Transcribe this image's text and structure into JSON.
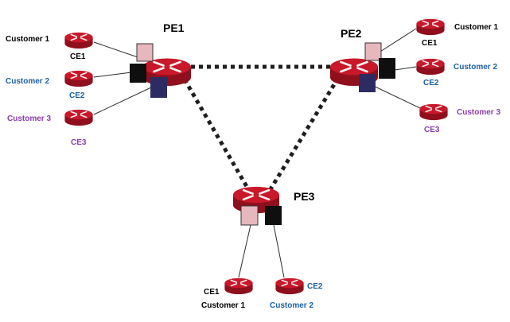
{
  "colors": {
    "background": "#ffffff",
    "router_body": "#c8182a",
    "router_top": "#e63b47",
    "router_side": "#8f0f1d",
    "router_arrow": "#f1f1f1",
    "link_line": "#2d2d2d",
    "backbone_dot": "#1e1e1e",
    "vrf_customer1": "#e6b7bd",
    "vrf_customer2": "#0f0f0f",
    "vrf_customer3": "#2c2c62",
    "label_black": "#000000",
    "label_customer2": "#1c5fa6",
    "label_customer3": "#8a3db0"
  },
  "pe_routers": [
    {
      "id": "pe1",
      "label": "PE1"
    },
    {
      "id": "pe2",
      "label": "PE2"
    },
    {
      "id": "pe3",
      "label": "PE3"
    }
  ],
  "ce_sites": [
    {
      "id": "pe1-ce1",
      "ce": "CE1",
      "customer": "Customer 1",
      "vrf": "customer1"
    },
    {
      "id": "pe1-ce2",
      "ce": "CE2",
      "customer": "Customer 2",
      "vrf": "customer2"
    },
    {
      "id": "pe1-ce3",
      "ce": "CE3",
      "customer": "Customer 3",
      "vrf": "customer3"
    },
    {
      "id": "pe2-ce1",
      "ce": "CE1",
      "customer": "Customer 1",
      "vrf": "customer1"
    },
    {
      "id": "pe2-ce2",
      "ce": "CE2",
      "customer": "Customer 2",
      "vrf": "customer2"
    },
    {
      "id": "pe2-ce3",
      "ce": "CE3",
      "customer": "Customer 3",
      "vrf": "customer3"
    },
    {
      "id": "pe3-ce1",
      "ce": "CE1",
      "customer": "Customer 1",
      "vrf": "customer1"
    },
    {
      "id": "pe3-ce2",
      "ce": "CE2",
      "customer": "Customer 2",
      "vrf": "customer2"
    }
  ],
  "backbone_links": [
    {
      "from": "PE1",
      "to": "PE2"
    },
    {
      "from": "PE1",
      "to": "PE3"
    },
    {
      "from": "PE2",
      "to": "PE3"
    }
  ]
}
